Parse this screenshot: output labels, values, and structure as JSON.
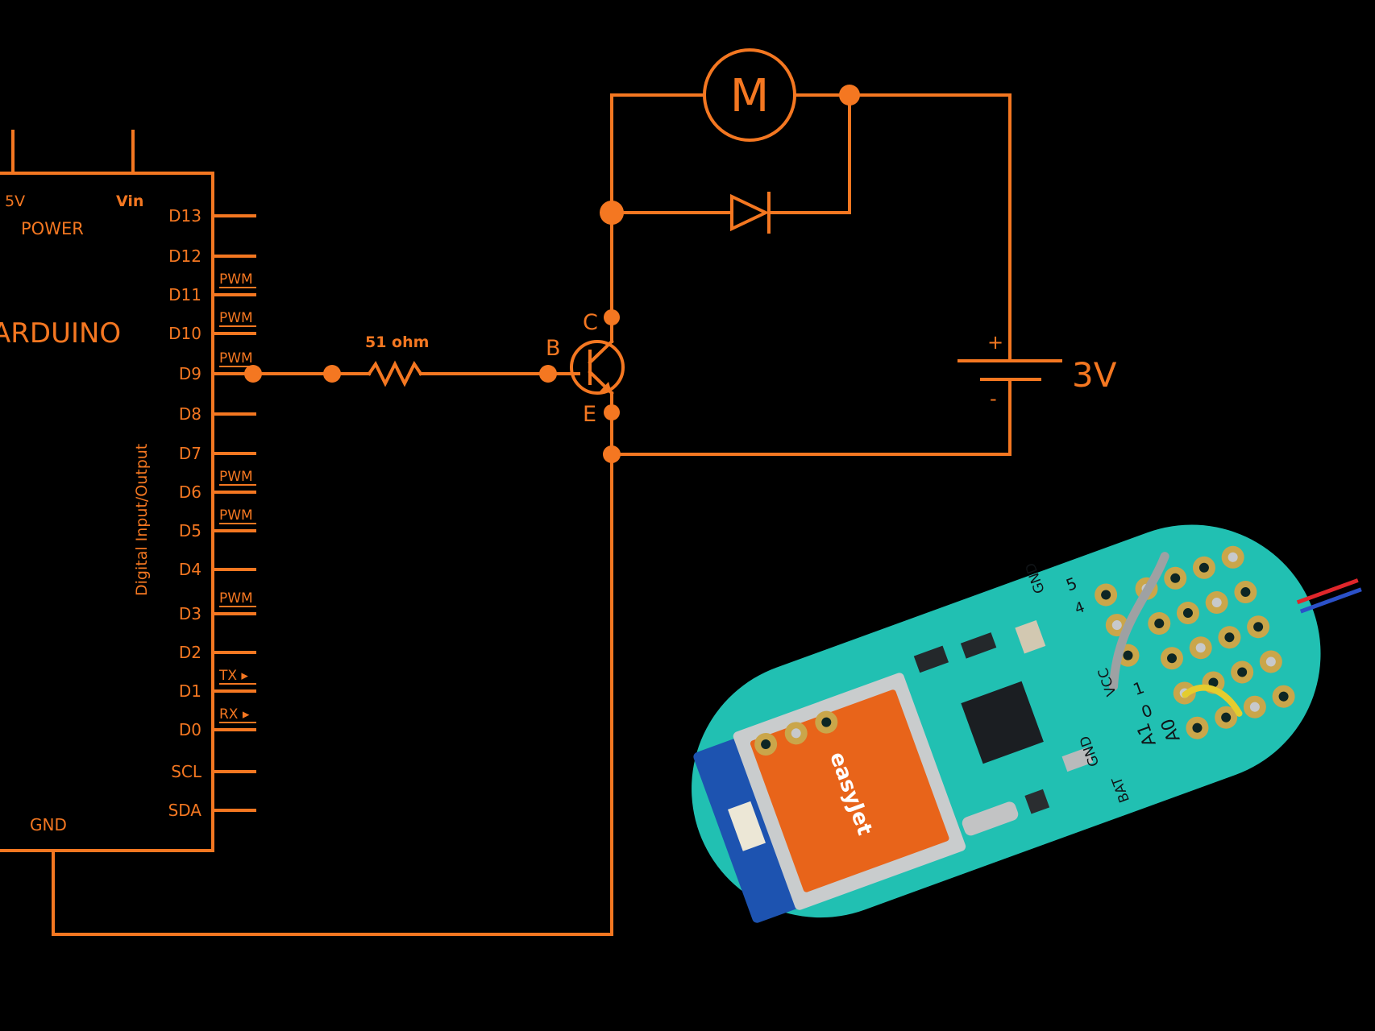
{
  "colors": {
    "wire": "#f47721",
    "background": "#000000",
    "pcb": "#20c1b3",
    "shield": "#e8641a"
  },
  "arduino": {
    "title": "ARDUINO",
    "power_section": "POWER",
    "power_pins": [
      "5V",
      "Vin"
    ],
    "side_label": "Digital Input/Output",
    "gnd": "GND",
    "pins": [
      "D13",
      "D12",
      "D11",
      "D10",
      "D9",
      "D8",
      "D7",
      "D6",
      "D5",
      "D4",
      "D3",
      "D2",
      "D1",
      "D0",
      "SCL",
      "SDA"
    ],
    "pin_tags": {
      "D11": "PWM",
      "D10": "PWM",
      "D9": "PWM",
      "D6": "PWM",
      "D5": "PWM",
      "D3": "PWM",
      "D1": "TX ▸",
      "D0": "RX ▸"
    }
  },
  "resistor": {
    "label": "51 ohm"
  },
  "transistor": {
    "collector": "C",
    "base": "B",
    "emitter": "E"
  },
  "motor": {
    "label": "M"
  },
  "battery": {
    "plus": "+",
    "minus": "-",
    "voltage": "3V"
  },
  "board": {
    "module_logo": "easyJet",
    "silk_labels": [
      "GND",
      "5",
      "4",
      "VCC",
      "1",
      "0",
      "A1",
      "A0",
      "GND",
      "BAT"
    ]
  }
}
